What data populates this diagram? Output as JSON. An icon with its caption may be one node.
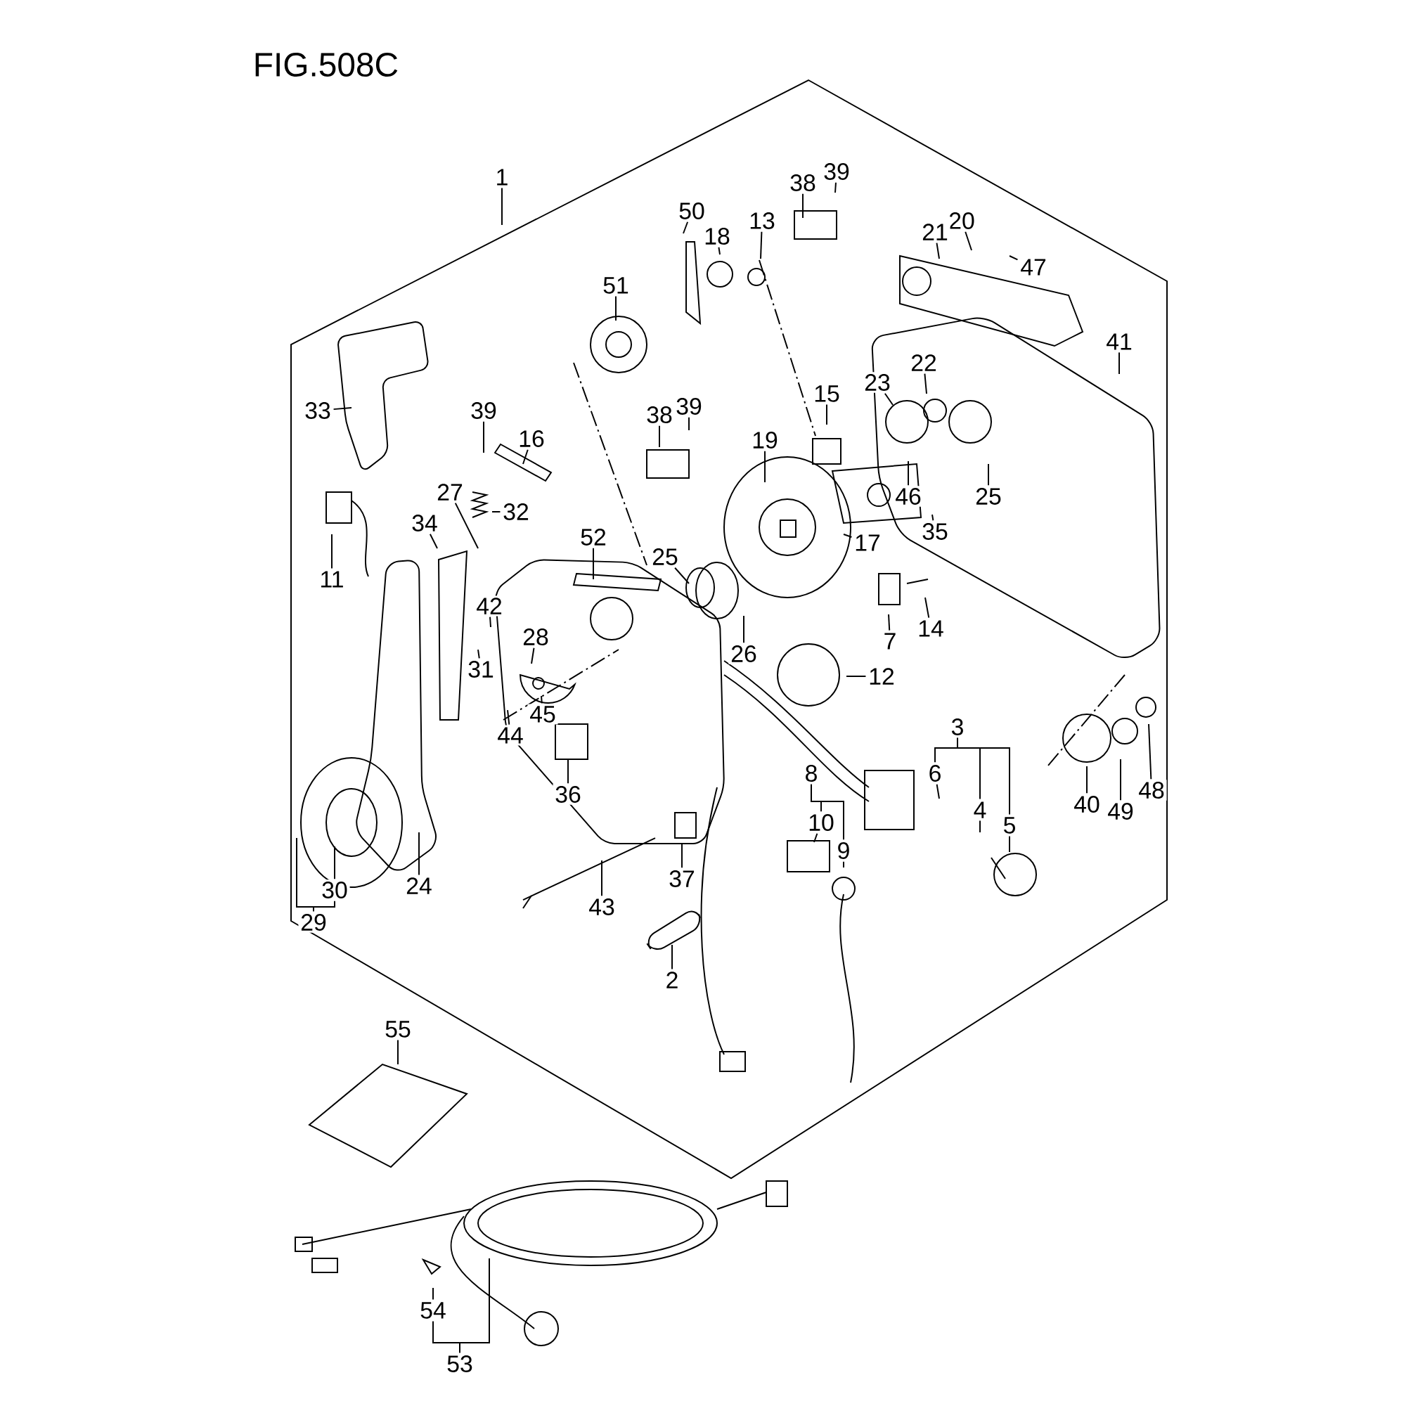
{
  "diagram": {
    "title": "FIG.508C",
    "nodes": [
      {
        "text": [
          "1"
        ]
      },
      {
        "text": [
          "33"
        ]
      },
      {
        "text": [
          "39"
        ]
      },
      {
        "text": [
          "16"
        ]
      },
      {
        "text": [
          "27"
        ]
      },
      {
        "text": [
          "32"
        ]
      },
      {
        "text": [
          "34"
        ]
      },
      {
        "text": [
          "11"
        ]
      },
      {
        "text": [
          "42"
        ]
      },
      {
        "text": [
          "28"
        ]
      },
      {
        "text": [
          "31"
        ]
      },
      {
        "text": [
          "52"
        ]
      },
      {
        "text": [
          "25"
        ]
      },
      {
        "text": [
          "26"
        ]
      },
      {
        "text": [
          "19"
        ]
      },
      {
        "text": [
          "51"
        ]
      },
      {
        "text": [
          "50"
        ]
      },
      {
        "text": [
          "18"
        ]
      },
      {
        "text": [
          "13"
        ]
      },
      {
        "text": [
          "38"
        ]
      },
      {
        "text": [
          "39"
        ]
      },
      {
        "text": [
          "38"
        ]
      },
      {
        "text": [
          "39"
        ]
      },
      {
        "text": [
          "15"
        ]
      },
      {
        "text": [
          "17"
        ]
      },
      {
        "text": [
          "23"
        ]
      },
      {
        "text": [
          "22"
        ]
      },
      {
        "text": [
          "20"
        ]
      },
      {
        "text": [
          "21"
        ]
      },
      {
        "text": [
          "47"
        ]
      },
      {
        "text": [
          "41"
        ]
      },
      {
        "text": [
          "46"
        ]
      },
      {
        "text": [
          "25"
        ]
      },
      {
        "text": [
          "35"
        ]
      },
      {
        "text": [
          "14"
        ]
      },
      {
        "text": [
          "7"
        ]
      },
      {
        "text": [
          "12"
        ]
      },
      {
        "text": [
          "3"
        ]
      },
      {
        "text": [
          "6"
        ]
      },
      {
        "text": [
          "4"
        ]
      },
      {
        "text": [
          "5"
        ]
      },
      {
        "text": [
          "8"
        ]
      },
      {
        "text": [
          "10"
        ]
      },
      {
        "text": [
          "9"
        ]
      },
      {
        "text": [
          "40"
        ]
      },
      {
        "text": [
          "49"
        ]
      },
      {
        "text": [
          "48"
        ]
      },
      {
        "text": [
          "44"
        ]
      },
      {
        "text": [
          "45"
        ]
      },
      {
        "text": [
          "36"
        ]
      },
      {
        "text": [
          "24"
        ]
      },
      {
        "text": [
          "30"
        ]
      },
      {
        "text": [
          "29"
        ]
      },
      {
        "text": [
          "43"
        ]
      },
      {
        "text": [
          "37"
        ]
      },
      {
        "text": [
          "2"
        ]
      },
      {
        "text": [
          "55"
        ]
      },
      {
        "text": [
          "54"
        ]
      },
      {
        "text": [
          "53"
        ]
      }
    ],
    "edges": [
      {
        "from": 0,
        "to": null,
        "arrow": "none"
      },
      {
        "from": 1,
        "to": null,
        "arrow": "none"
      },
      {
        "from": 2,
        "to": null,
        "arrow": "none"
      },
      {
        "from": 3,
        "to": null,
        "arrow": "none"
      },
      {
        "from": 4,
        "to": null,
        "arrow": "none"
      },
      {
        "from": 5,
        "to": null,
        "arrow": "none"
      },
      {
        "from": 6,
        "to": null,
        "arrow": "none"
      },
      {
        "from": 7,
        "to": null,
        "arrow": "none"
      },
      {
        "from": 8,
        "to": null,
        "arrow": "none"
      },
      {
        "from": 9,
        "to": null,
        "arrow": "none"
      },
      {
        "from": 10,
        "to": null,
        "arrow": "none"
      },
      {
        "from": 11,
        "to": null,
        "arrow": "none"
      },
      {
        "from": 12,
        "to": null,
        "arrow": "none"
      },
      {
        "from": 13,
        "to": null,
        "arrow": "none"
      },
      {
        "from": 14,
        "to": null,
        "arrow": "none"
      },
      {
        "from": 15,
        "to": null,
        "arrow": "none"
      },
      {
        "from": 16,
        "to": null,
        "arrow": "none"
      },
      {
        "from": 17,
        "to": null,
        "arrow": "none"
      },
      {
        "from": 18,
        "to": null,
        "arrow": "none"
      },
      {
        "from": 19,
        "to": null,
        "arrow": "none"
      },
      {
        "from": 20,
        "to": null,
        "arrow": "none"
      },
      {
        "from": 21,
        "to": null,
        "arrow": "none"
      },
      {
        "from": 22,
        "to": null,
        "arrow": "none"
      },
      {
        "from": 23,
        "to": null,
        "arrow": "none"
      },
      {
        "from": 24,
        "to": null,
        "arrow": "none"
      },
      {
        "from": 25,
        "to": null,
        "arrow": "none"
      },
      {
        "from": 26,
        "to": null,
        "arrow": "none"
      },
      {
        "from": 27,
        "to": null,
        "arrow": "none"
      },
      {
        "from": 28,
        "to": null,
        "arrow": "none"
      },
      {
        "from": 29,
        "to": null,
        "arrow": "none"
      },
      {
        "from": 30,
        "to": null,
        "arrow": "none"
      },
      {
        "from": 31,
        "to": null,
        "arrow": "none"
      },
      {
        "from": 32,
        "to": null,
        "arrow": "none"
      },
      {
        "from": 33,
        "to": null,
        "arrow": "none"
      },
      {
        "from": 34,
        "to": null,
        "arrow": "none"
      },
      {
        "from": 35,
        "to": null,
        "arrow": "none"
      },
      {
        "from": 36,
        "to": null,
        "arrow": "none"
      },
      {
        "from": 37,
        "to": 38,
        "arrow": "none"
      },
      {
        "from": 37,
        "to": 39,
        "arrow": "none"
      },
      {
        "from": 37,
        "to": 40,
        "arrow": "none"
      },
      {
        "from": 38,
        "to": null,
        "arrow": "none"
      },
      {
        "from": 39,
        "to": null,
        "arrow": "none"
      },
      {
        "from": 40,
        "to": null,
        "arrow": "none"
      },
      {
        "from": 41,
        "to": 42,
        "arrow": "none"
      },
      {
        "from": 41,
        "to": 43,
        "arrow": "none"
      },
      {
        "from": 42,
        "to": null,
        "arrow": "none"
      },
      {
        "from": 43,
        "to": null,
        "arrow": "none"
      },
      {
        "from": 44,
        "to": null,
        "arrow": "none"
      },
      {
        "from": 45,
        "to": null,
        "arrow": "none"
      },
      {
        "from": 46,
        "to": null,
        "arrow": "none"
      },
      {
        "from": 47,
        "to": null,
        "arrow": "none"
      },
      {
        "from": 48,
        "to": null,
        "arrow": "none"
      },
      {
        "from": 49,
        "to": null,
        "arrow": "none"
      },
      {
        "from": 50,
        "to": null,
        "arrow": "none"
      },
      {
        "from": 51,
        "to": null,
        "arrow": "none"
      },
      {
        "from": 52,
        "to": 51,
        "arrow": "none"
      },
      {
        "from": 52,
        "to": null,
        "arrow": "none"
      },
      {
        "from": 53,
        "to": null,
        "arrow": "none"
      },
      {
        "from": 54,
        "to": null,
        "arrow": "none"
      },
      {
        "from": 55,
        "to": null,
        "arrow": "none"
      },
      {
        "from": 56,
        "to": null,
        "arrow": "none"
      },
      {
        "from": 57,
        "to": null,
        "arrow": "none"
      },
      {
        "from": 58,
        "to": 57,
        "arrow": "none"
      },
      {
        "from": 58,
        "to": null,
        "arrow": "none"
      }
    ]
  }
}
